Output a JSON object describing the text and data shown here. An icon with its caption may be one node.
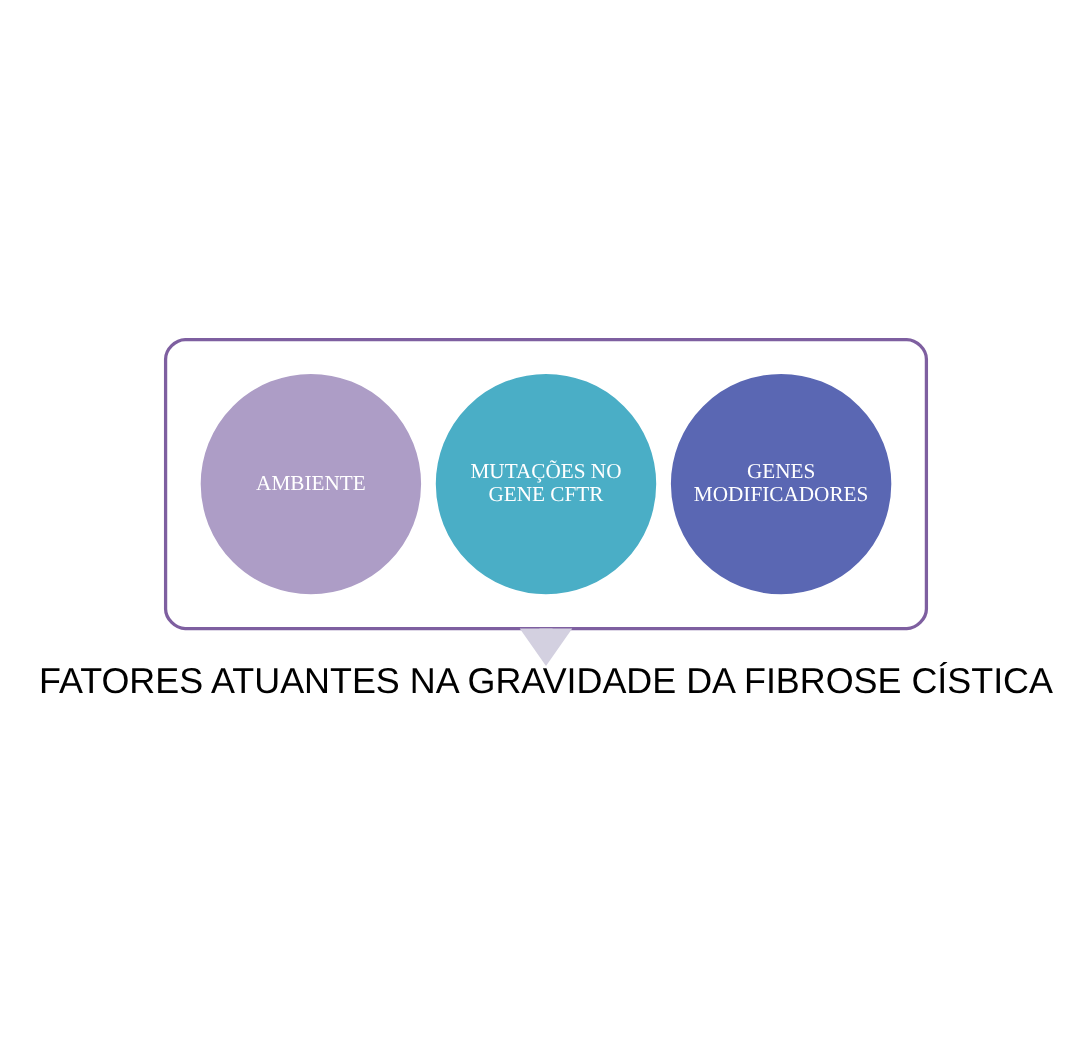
{
  "diagram": {
    "nodes": [
      {
        "text": [],
        "shape": "funnel"
      },
      {
        "text": [
          "GENES MODIFICADORES"
        ],
        "in": 0
      },
      {
        "text": [
          "MUTAÇÕES NO GENE CFTR"
        ],
        "in": 0
      },
      {
        "text": [
          "AMBIENTE"
        ],
        "in": 0
      },
      {
        "text": [
          "FATORES ATUANTES NA GRAVIDADE DA FIBROSE CÍSTICA"
        ]
      }
    ],
    "edges": [
      {
        "from": 0,
        "to": 4,
        "arrow": "to",
        "style": "thick"
      }
    ]
  }
}
